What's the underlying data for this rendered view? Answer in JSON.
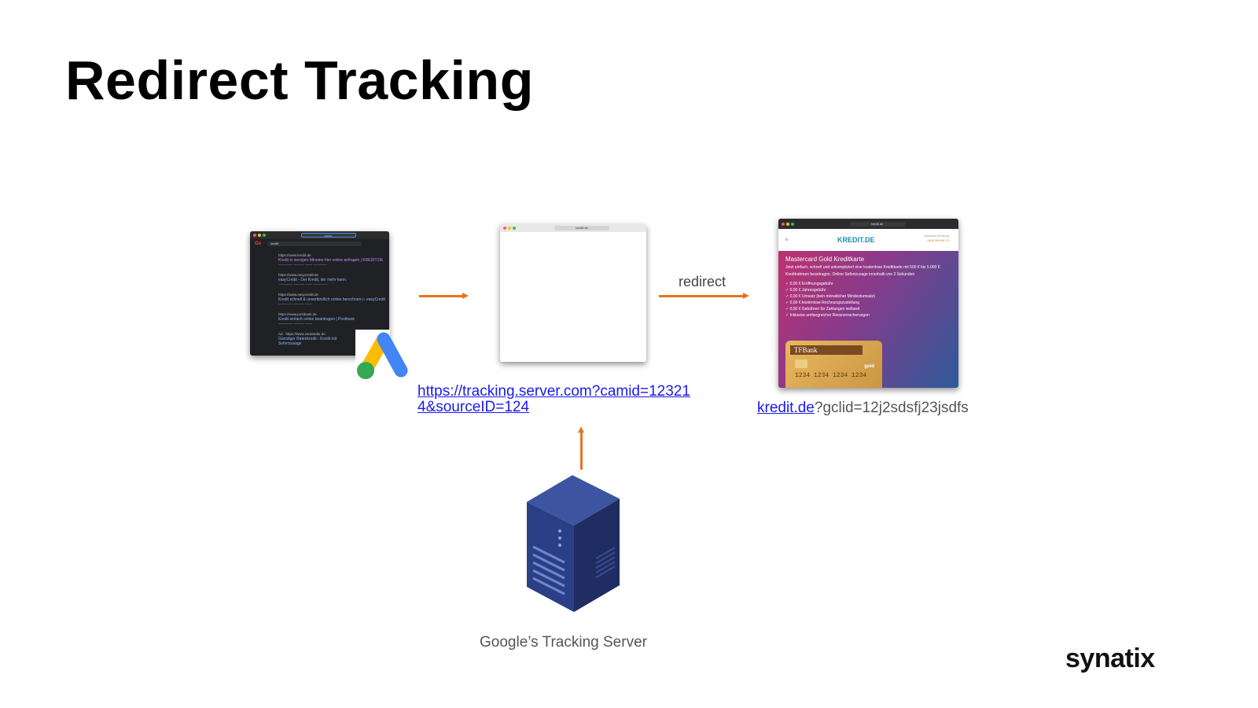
{
  "title": "Redirect Tracking",
  "search_screenshot": {
    "query": "kredit",
    "results": [
      {
        "url": "https://www.kredit.de",
        "title": "Kredit in wenigen Minuten hier online anfragen | KREDIT.DE"
      },
      {
        "url": "https://www.easycredit.de",
        "title": "easyCredit - Der Kredit, der mehr kann."
      },
      {
        "url": "https://www.easycredit.de",
        "title": "Kredit schnell & unverbindlich online berechnen ▷ easyCredit"
      },
      {
        "url": "https://www.postbank.de",
        "title": "Kredit einfach online beantragen | Postbank"
      },
      {
        "url": "Ad · https://www.santander.de",
        "title": "Günstiger Ratenkredit - Kredit mit Sofortzusage"
      }
    ]
  },
  "middle_browser": {
    "address": "kredit.de"
  },
  "redirect_label": "redirect",
  "tracking_url": "https://tracking.server.com?camid=123214&sourceID=124",
  "tracking_url_lines": [
    "https://tracking.server.com?camid=12321",
    "4&sourceID=124"
  ],
  "landing": {
    "link": "kredit.de",
    "params": "?gclid=12j2sdsfj23jsdfs",
    "address": "kredit.de",
    "brand": "KREDIT.DE",
    "phone_label": "kostenlose Beratung",
    "phone": "0800 999 88 70",
    "headline": "Mastercard Gold Kreditkarte",
    "sub": "Jetzt einfach, schnell und unkompliziert eine kostenlose Kreditkarte mit 500 € bis 5.000 € Kreditrahmen beantragen. Online Sofortzusage innerhalb von 2 Sekunden",
    "features": [
      "0,00 € Eröffnungsgebühr",
      "0,00 € Jahresgebühr",
      "0,00 € Umsatz (kein monatlicher Mindestumsatz)",
      "0,00 € kostenlose Rechnungszustellung",
      "0,00 € Gebühren für Zahlungen weltweit",
      "Inklusive umfangreicher Reiseversicherungen"
    ],
    "card_bank": "TFBank",
    "card_number": "1234 1234 1234 1234",
    "card_tier": "gold"
  },
  "server_caption": "Google’s Tracking Server",
  "logo": "synatix",
  "colors": {
    "arrow": "#e8731c",
    "link": "#1a1aee",
    "server": "#2b3a78"
  }
}
